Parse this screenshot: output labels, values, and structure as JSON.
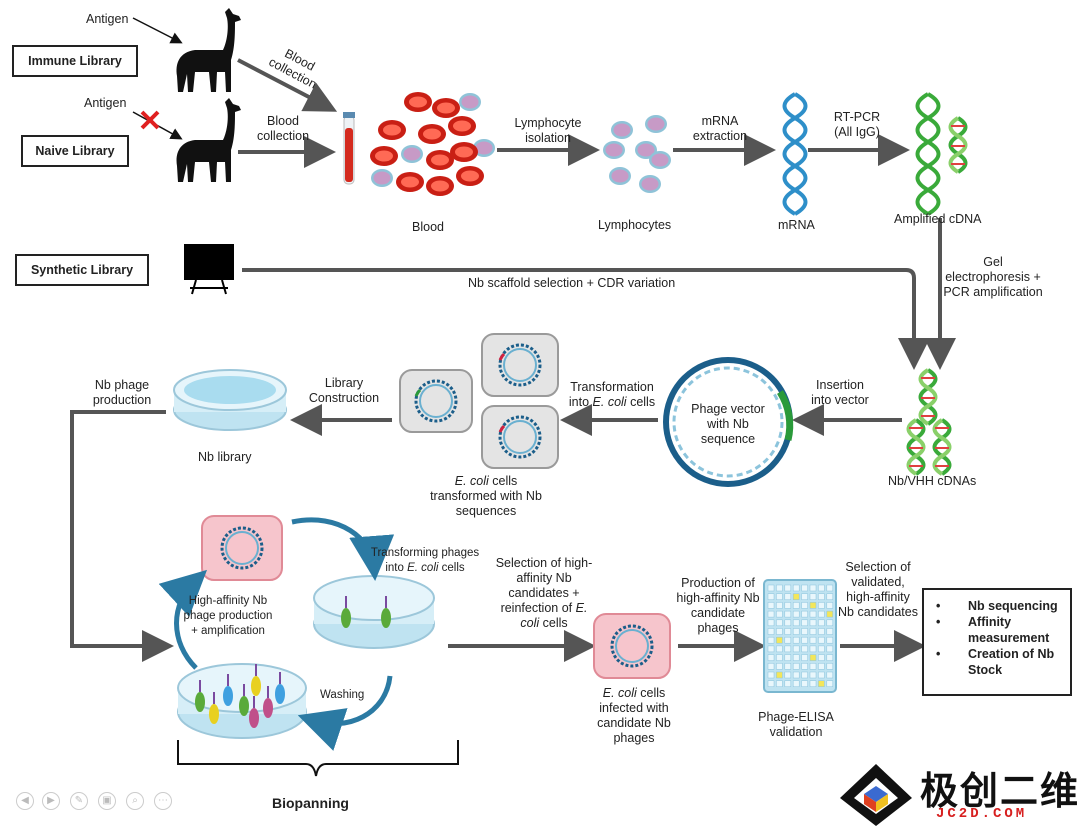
{
  "libraries": {
    "immune": "Immune Library",
    "naive": "Naive Library",
    "synthetic": "Synthetic Library"
  },
  "labels": {
    "antigen_1": "Antigen",
    "antigen_2": "Antigen",
    "blood_collection_1": "Blood collection",
    "blood_collection_2": "Blood collection",
    "blood": "Blood",
    "lymphocyte_isolation": "Lymphocyte isolation",
    "lymphocytes": "Lymphocytes",
    "mrna_extraction": "mRNA extraction",
    "mrna": "mRNA",
    "rt_pcr": "RT-PCR (All IgG)",
    "amplified_cdna": "Amplified cDNA",
    "scaffold": "Nb scaffold selection + CDR variation",
    "gel": "Gel electrophoresis + PCR amplification",
    "insertion": "Insertion into vector",
    "nb_vhh": "Nb/VHH cDNAs",
    "phage_vector": "Phage vector with Nb sequence",
    "transformation_1": "Transformation",
    "transformation_2": "into ",
    "transformation_3": "E. coli",
    "transformation_4": " cells",
    "ecoli_transformed_1": "E. coli",
    "ecoli_transformed_2": " cells",
    "ecoli_transformed_3": "transformed with Nb",
    "ecoli_transformed_4": "sequences",
    "library_construction": "Library Construction",
    "nb_library": "Nb library",
    "nb_phage_production": "Nb phage production",
    "transforming_phages_1": "Transforming phages",
    "transforming_phages_2": "into ",
    "transforming_phages_3": "E. coli",
    "transforming_phages_4": " cells",
    "high_affinity_production": "High-affinity Nb phage production + amplification",
    "washing": "Washing",
    "biopanning": "Biopanning",
    "selection_1": "Selection of high-affinity Nb candidates + reinfection of ",
    "selection_2": "E. coli",
    "selection_3": " cells",
    "ecoli_infected_1": "E. coli",
    "ecoli_infected_2": " cells infected with candidate Nb phages",
    "production_candidates": "Production of high-affinity Nb candidate phages",
    "phage_elisa": "Phage-ELISA validation",
    "selection_validated": "Selection of validated, high-affinity Nb candidates"
  },
  "results": [
    "Nb sequencing",
    "Affinity measurement",
    "Creation of Nb Stock"
  ],
  "watermark": {
    "cn": "极创二维",
    "en": "JC2D.COM"
  },
  "nav_icons": [
    "prev-icon",
    "next-icon",
    "pen-icon",
    "copy-icon",
    "zoom-icon",
    "more-icon"
  ],
  "colors": {
    "arrow": "#555555",
    "rbc": "#d42a1e",
    "lymphocyte": "#c79ac6",
    "mrna_strand": "#2e8fc9",
    "dna_strand": "#3aaa3a",
    "vector": "#1b5e8a",
    "dish": "#a9dcef",
    "cell_pink": "#f6c5cc",
    "cell_gray": "#e4e4e4",
    "watermark_red": "#d72020"
  }
}
